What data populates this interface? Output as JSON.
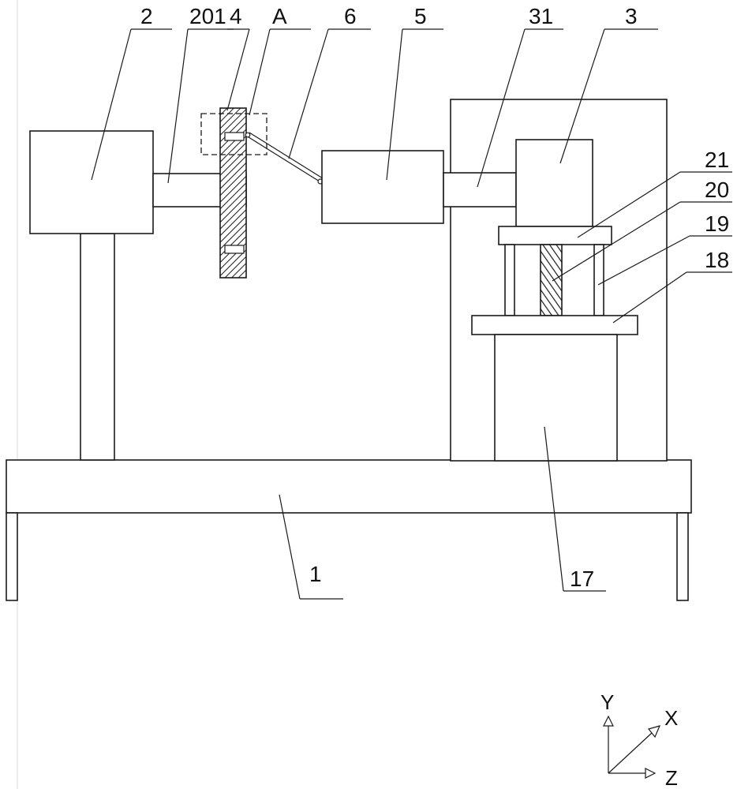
{
  "labels": {
    "base": "1",
    "motor": "2",
    "shaft_201": "201",
    "gear_disk": "4",
    "detail_A": "A",
    "link_rod": "6",
    "part_5": "5",
    "shaft_31": "31",
    "part_3": "3",
    "plate_21": "21",
    "screw_20": "20",
    "column_19": "19",
    "plate_18": "18",
    "pedestal_17": "17"
  },
  "axes": {
    "y": "Y",
    "x": "X",
    "z": "Z"
  },
  "colors": {
    "line": "#1a1a1a",
    "background": "#ffffff"
  }
}
